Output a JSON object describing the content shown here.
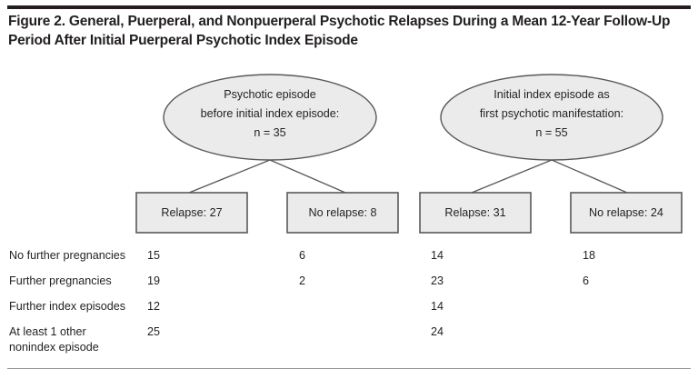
{
  "figure": {
    "caption": "Figure 2. General, Puerperal, and Nonpuerperal Psychotic Relapses During a Mean 12-Year Follow-Up Period After Initial Puerperal Psychotic Index Episode",
    "colors": {
      "node_fill": "#ebebeb",
      "node_stroke": "#58595b",
      "text": "#231f20",
      "rule": "#231f20"
    }
  },
  "groups": [
    {
      "ellipse": {
        "line1": "Psychotic episode",
        "line2": "before initial index episode:",
        "line3": "n = 35"
      },
      "boxes": [
        {
          "label": "Relapse: 27"
        },
        {
          "label": "No relapse: 8"
        }
      ]
    },
    {
      "ellipse": {
        "line1": "Initial index episode as",
        "line2": "first psychotic manifestation:",
        "line3": "n = 55"
      },
      "boxes": [
        {
          "label": "Relapse: 31"
        },
        {
          "label": "No relapse: 24"
        }
      ]
    }
  ],
  "table": {
    "rows": [
      {
        "label": "No further pregnancies",
        "values": [
          "15",
          "6",
          "14",
          "18"
        ]
      },
      {
        "label": "Further pregnancies",
        "values": [
          "19",
          "2",
          "23",
          "6"
        ]
      },
      {
        "label": "Further index episodes",
        "values": [
          "12",
          "",
          "14",
          ""
        ]
      },
      {
        "label": "At least 1 other\nnonindex episode",
        "values": [
          "25",
          "",
          "24",
          ""
        ]
      }
    ]
  }
}
